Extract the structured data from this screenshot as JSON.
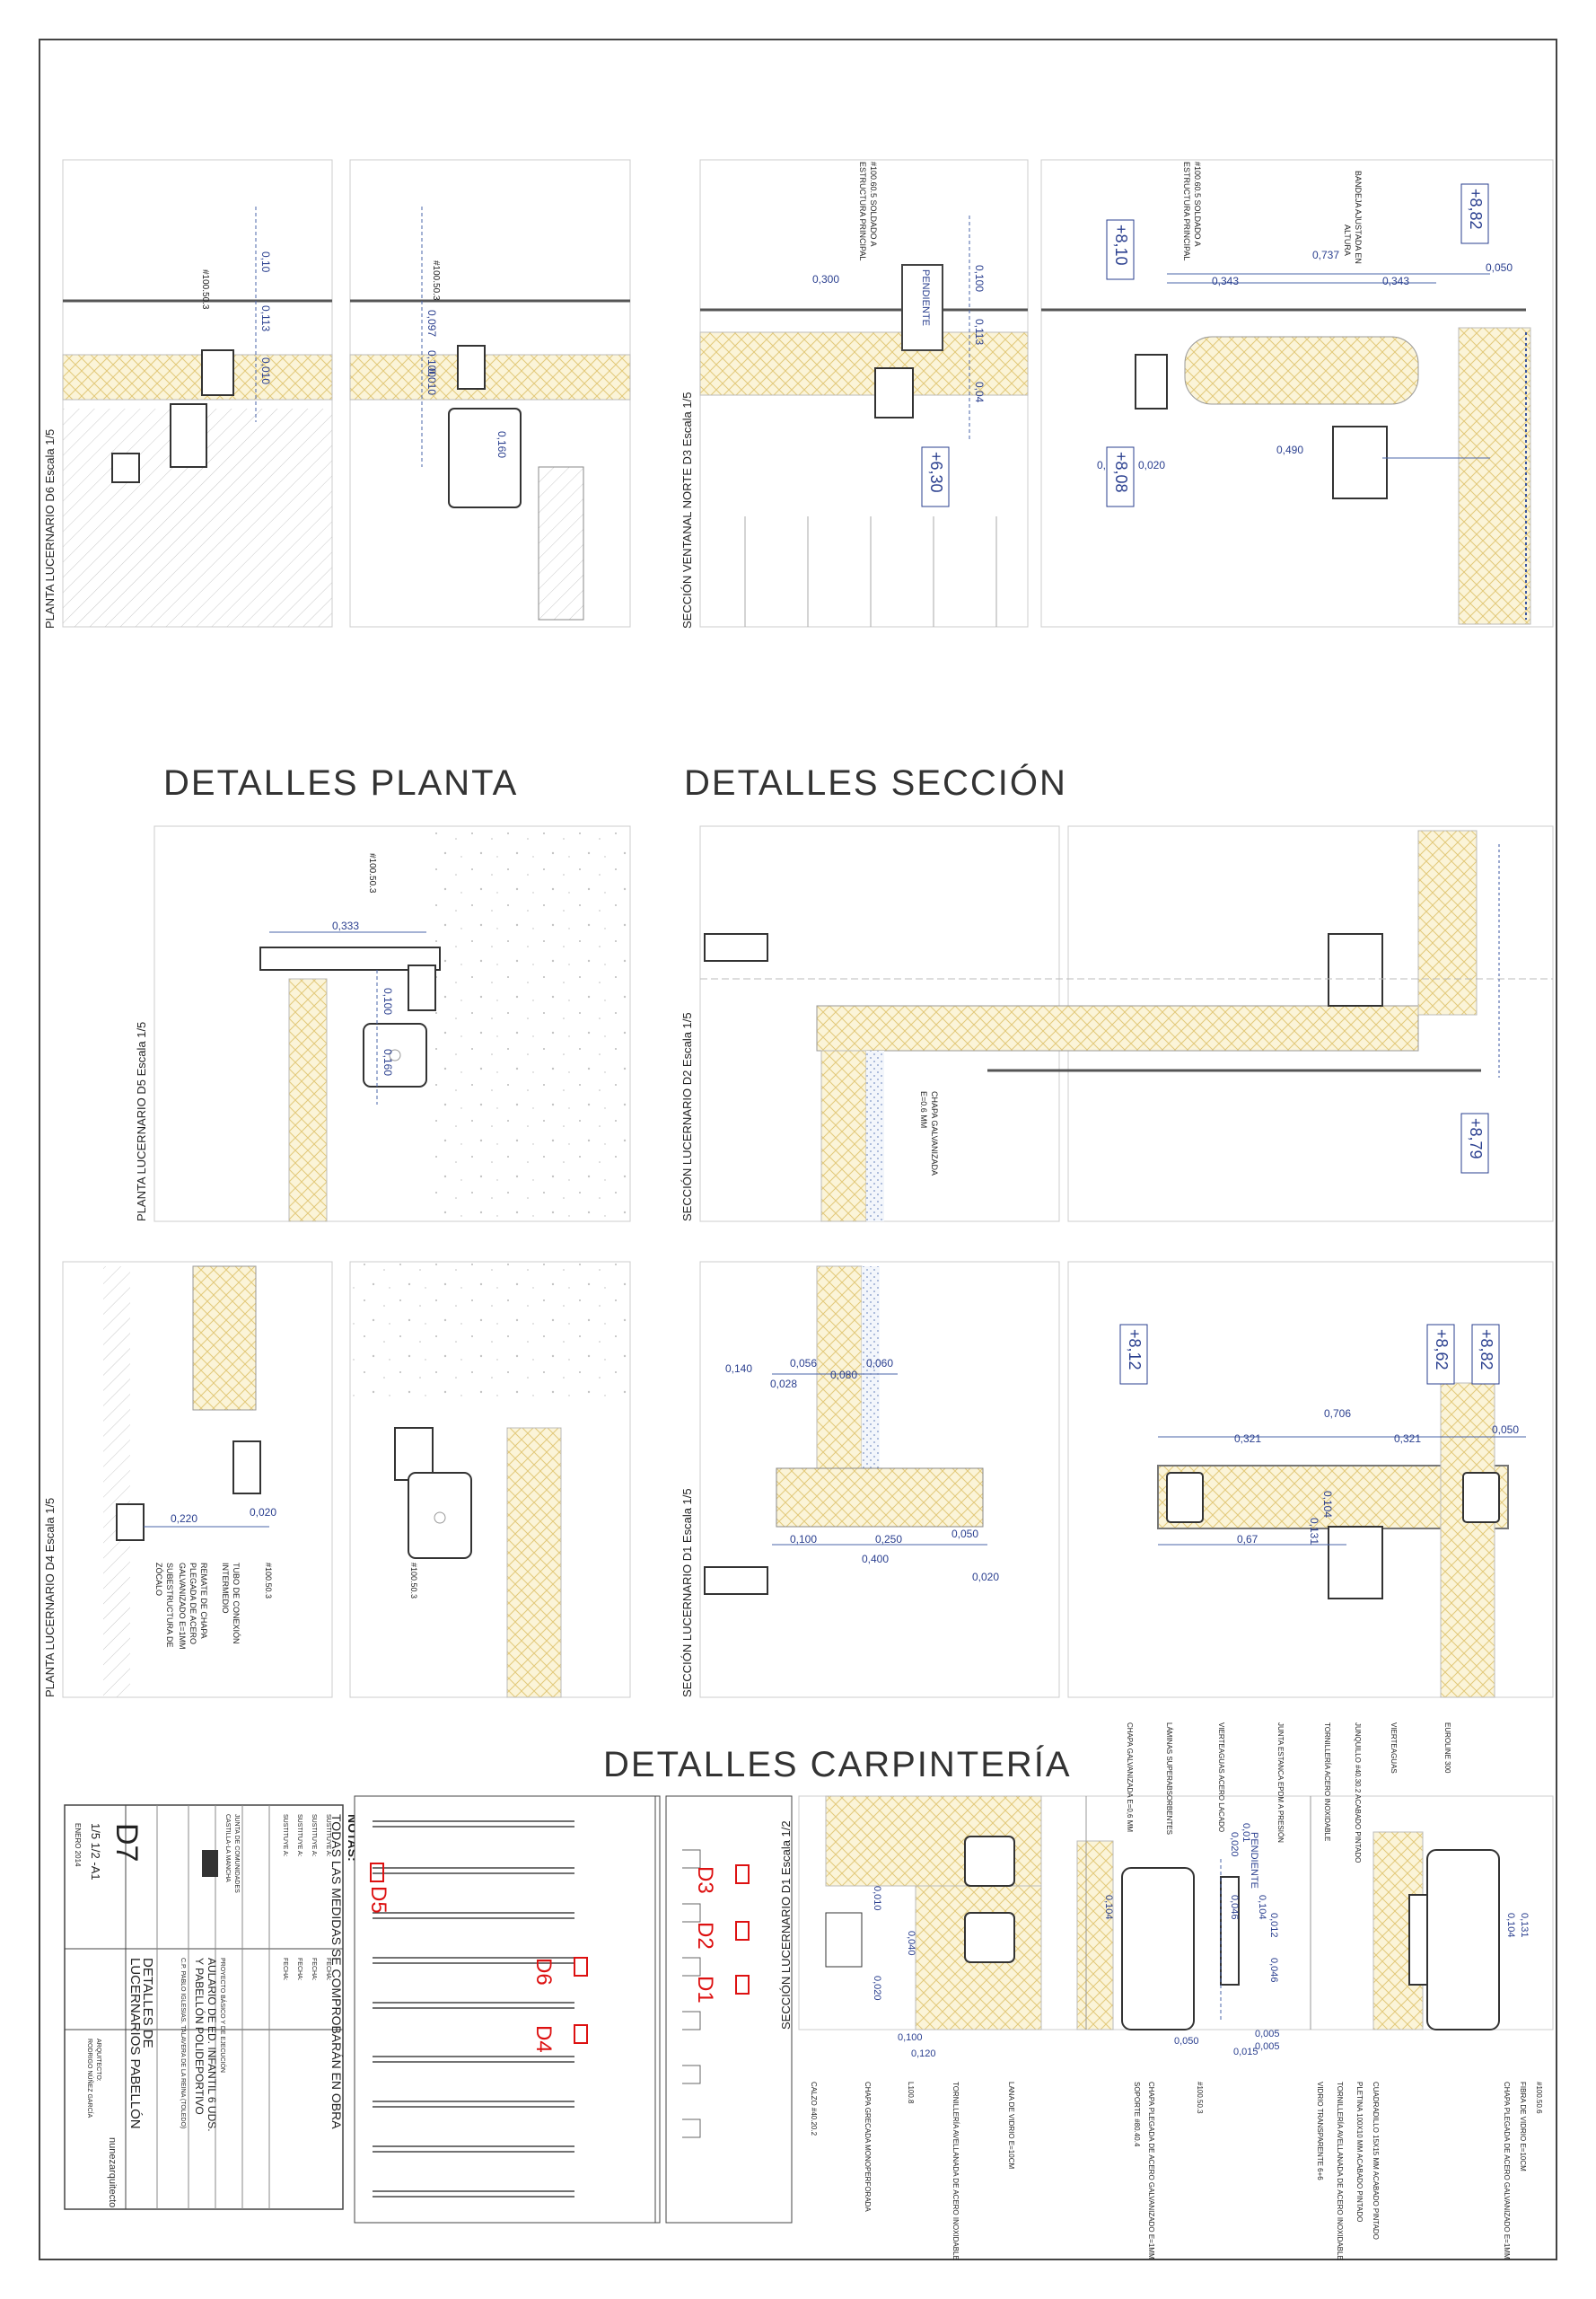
{
  "headings": {
    "planta": "DETALLES PLANTA",
    "seccion": "DETALLES SECCIÓN",
    "carpinteria": "DETALLES CARPINTERÍA"
  },
  "panels": {
    "d6": "PLANTA LUCERNARIO D6 Escala 1/5",
    "d3": "SECCIÓN VENTANAL NORTE D3 Escala 1/5",
    "d5": "PLANTA LUCERNARIO D5 Escala 1/5",
    "d2": "SECCIÓN LUCERNARIO D2 Escala 1/5",
    "d4": "PLANTA LUCERNARIO D4 Escala 1/5",
    "d1": "SECCIÓN LUCERNARIO D1 Escala 1/5",
    "d1b": "SECCIÓN LUCERNARIO D1 Escala 1/2"
  },
  "levels": {
    "l810": "+8,10",
    "l882a": "+8,82",
    "l630": "+6,30",
    "l808": "+8,08",
    "l879": "+8,79",
    "l812": "+8,12",
    "l862": "+8,62",
    "l882b": "+8,82"
  },
  "labels": {
    "pendiente": "PENDIENTE",
    "pendiente2": "PENDIENTE",
    "chapa_galv": "CHAPA GALVANIZADA",
    "chapa_galv_e": "E=0.6 MM",
    "bandeja": "BANDEJA AJUSTADA EN",
    "bandeja2": "ALTURA",
    "soldado1": "#100.60.5 SOLDADO A",
    "soldado1b": "ESTRUCTURA PRINCIPAL",
    "soldado2": "#100.60.5 SOLDADO A",
    "soldado2b": "ESTRUCTURA PRINCIPAL",
    "tubo_d6": "#100.50.3",
    "tubo_d6b": "#100.50.3",
    "tubo_d5": "#100.50.3",
    "tubo_d4": "#100.50.3",
    "tubo_d4b": "#100.50.3",
    "remate1": "REMATE DE CHAPA",
    "remate2": "PLEGADA DE ACERO",
    "remate3": "GALVANIZADO E=1MM",
    "subestructura1": "SUBESTRUCTURA DE",
    "subestructura2": "ZÓCALO",
    "tubo_conexion1": "TUBO DE CONEXIÓN",
    "tubo_conexion2": "INTERMEDIO"
  },
  "carp_top_labels": [
    "CHAPA GALVANIZADA E=0,6 MM",
    "LÁMINAS SUPERABSORBENTES",
    "VIERTEAGUAS ACERO LACADO",
    "JUNTA ESTANCA EPDM A PRESIÓN",
    "TORNILLERÍA ACERO INOXIDABLE",
    "JUNQUILLO #40.30.2 ACABADO PINTADO",
    "VIERTEAGUAS",
    "EUROLINE 300"
  ],
  "carp_bottom_labels": [
    "CALZO #40.20.2",
    "CHAPA GRECADA MONOPERFORADA",
    "L100.8",
    "TORNILLERÍA AVELLANADA DE ACERO INOXIDABLE",
    "LANA DE VIDRIO E=10CM",
    "SOPORTE #80.40.4",
    "CHAPA PLEGADA DE ACERO GALVANIZADO E=1MM",
    "#100.50.3",
    "VIDRIO TRANSPARENTE 6+6",
    "TORNILLERÍA AVELLANADA DE ACERO INOXIDABLE",
    "PLETINA 100X10 MM ACABADO PINTADO",
    "CUADRADILLO 15X15 MM ACABADO PINTADO",
    "CHAPA PLEGADA DE ACERO GALVANIZADO E=1MM",
    "FIBRA DE VIDRIO E=10CM",
    "#100.50.6"
  ],
  "key_plan": {
    "d5": "D5",
    "d3": "D3",
    "d2": "D2",
    "d1": "D1",
    "d6": "D6",
    "d4": "D4"
  },
  "notes": {
    "title": "NOTAS:",
    "text": "TODAS LAS MEDIDAS SE COMPROBARÁN EN OBRA"
  },
  "title_block": {
    "sheet_code": "D7",
    "scale": "1/5 1/2 -A1",
    "date": "ENERO 2014",
    "title1": "DETALLES DE",
    "title2": "LUCERNARIOS PABELLÓN",
    "project1": "PROYECTO BÁSICO Y DE EJECUCIÓN",
    "project2": "AULARIO DE ED. INFANTIL 6 UDS.",
    "project3": "Y PABELLÓN POLIDEPORTIVO",
    "project4": "C.P. PABLO IGLESIAS. TALAVERA DE LA REINA (TOLEDO)",
    "client1": "JUNTA DE COMUNIDADES",
    "client2": "CASTILLA-LA MANCHA",
    "architect_label": "ARQUITECTO:",
    "architect_name": "RODRIGO NÚÑEZ GARCÍA",
    "firm": "nunezarquitecto",
    "rows": [
      "SUSTITUYE A:",
      "SUSTITUYE A:",
      "SUSTITUYE A:",
      "SUSTITUYE A:"
    ],
    "fecha": [
      "FECHA:",
      "FECHA:",
      "FECHA:",
      "FECHA:"
    ]
  },
  "dims": {
    "d6": [
      "0,10",
      "0,113",
      "0,010",
      "0,097",
      "0,100",
      "0,010",
      "0,160"
    ],
    "d3": [
      "0,300",
      "0,100",
      "0,113",
      "0,04",
      "0,737",
      "0,343",
      "0,343",
      "0,050",
      "0,490",
      "0,040",
      "0,020"
    ],
    "d5": [
      "0,333",
      "0,100",
      "0,160"
    ],
    "d4": [
      "0,220",
      "0,020"
    ],
    "d1": [
      "0,140",
      "0,028",
      "0,056",
      "0,080",
      "0,060",
      "0,100",
      "0,250",
      "0,050",
      "0,400",
      "0,020",
      "0,706",
      "0,321",
      "0,321",
      "0,050",
      "0,131",
      "0,104",
      "0,67"
    ],
    "d1b": [
      "0,010",
      "0,040",
      "0,020",
      "0,100",
      "0,120",
      "0,005",
      "0,104",
      "0,020",
      "0,01",
      "0,046",
      "0,104",
      "0,012",
      "0,046",
      "0,050",
      "0,005",
      "0,015",
      "0,131",
      "0,104"
    ]
  }
}
